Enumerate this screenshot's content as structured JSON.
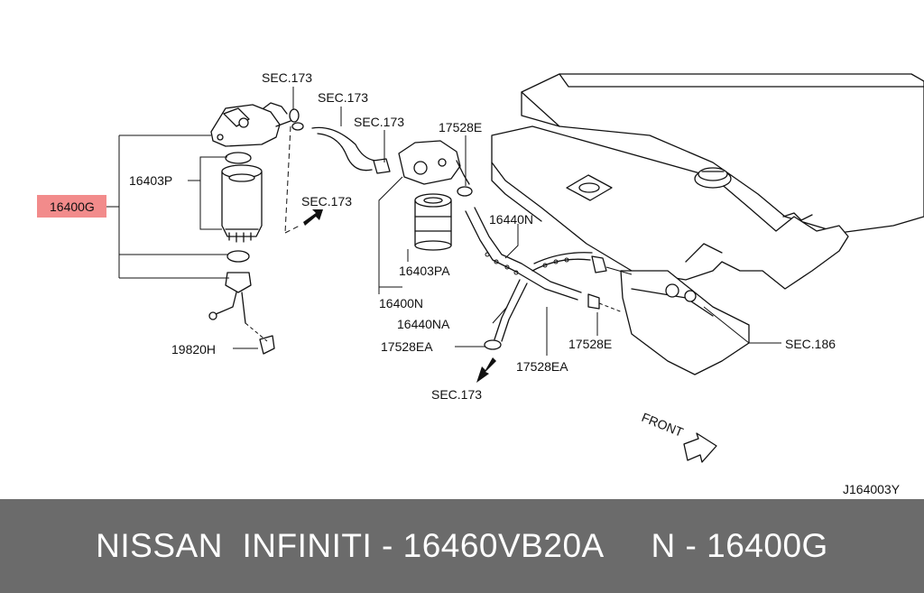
{
  "diagram": {
    "code": "J164003Y",
    "front_label": "FRONT",
    "labels": {
      "sec173_top": "SEC.173",
      "sec173_hose": "SEC.173",
      "sec173_right": "SEC.173",
      "sec173_arrow": "SEC.173",
      "sec173_bottom": "SEC.173",
      "sec186": "SEC.186",
      "p16400g": "16400G",
      "p16403p": "16403P",
      "p16403pa": "16403PA",
      "p16400n": "16400N",
      "p16440n": "16440N",
      "p16440na": "16440NA",
      "p17528e_top": "17528E",
      "p17528e_right": "17528E",
      "p17528ea_left": "17528EA",
      "p17528ea_mid": "17528EA",
      "p19820h": "19820H"
    }
  },
  "colors": {
    "highlight": "#f28b8b",
    "footer_bg": "#6b6b6b",
    "footer_text": "#ffffff",
    "line": "#111111"
  },
  "footer": {
    "text": "NISSAN  INFINITI - 16460VB20A     N - 16400G"
  }
}
